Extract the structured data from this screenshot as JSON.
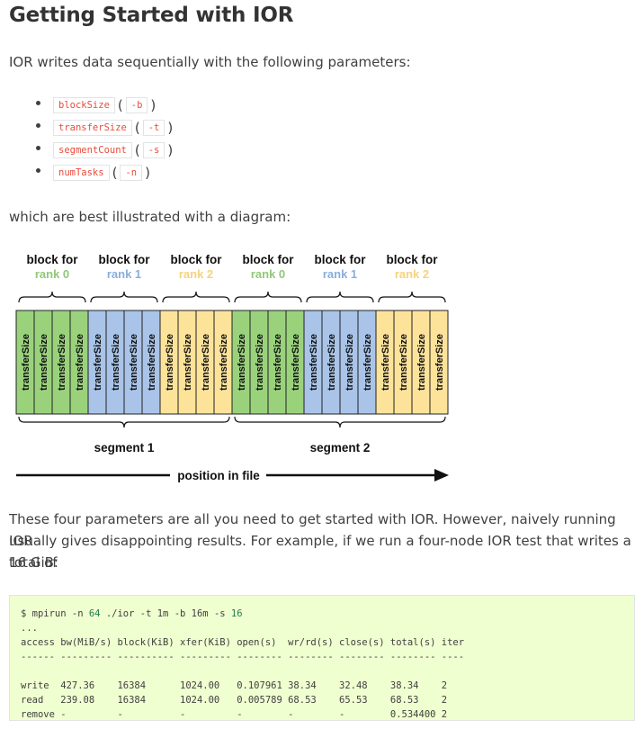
{
  "title": "Getting Started with IOR",
  "intro": "IOR writes data sequentially with the following parameters:",
  "params": [
    {
      "name": "blockSize",
      "flag": "-b"
    },
    {
      "name": "transferSize",
      "flag": "-t"
    },
    {
      "name": "segmentCount",
      "flag": "-s"
    },
    {
      "name": "numTasks",
      "flag": "-n"
    }
  ],
  "diagram_intro": "which are best illustrated with a diagram:",
  "diagram": {
    "block_prefix": "block for",
    "blocks": [
      {
        "rank": "rank 0",
        "color": "#90c878",
        "fill": "#9ad27c"
      },
      {
        "rank": "rank 1",
        "color": "#8aaedc",
        "fill": "#a9c4e8"
      },
      {
        "rank": "rank 2",
        "color": "#f5d37e",
        "fill": "#fde39a"
      },
      {
        "rank": "rank 0",
        "color": "#90c878",
        "fill": "#9ad27c"
      },
      {
        "rank": "rank 1",
        "color": "#8aaedc",
        "fill": "#a9c4e8"
      },
      {
        "rank": "rank 2",
        "color": "#f5d37e",
        "fill": "#fde39a"
      }
    ],
    "transfer_label": "transferSize",
    "segments": [
      "segment 1",
      "segment 2"
    ],
    "axis_label": "position in file"
  },
  "after_para_lines": [
    "These four parameters are all you need to get started with IOR. However, naively running IOR",
    "usually gives disappointing results. For example, if we run a four-node IOR test that writes a total of",
    "16 GiB:"
  ],
  "code": {
    "command_prefix": "$ mpirun -n ",
    "command_n": "64",
    "command_mid": " ./ior -t 1m -b 16m -s ",
    "command_s": "16",
    "ellipsis": "...",
    "header": "access bw(MiB/s) block(KiB) xfer(KiB) open(s)  wr/rd(s) close(s) total(s) iter",
    "rule": "------ --------- ---------- --------- -------- -------- -------- -------- ----",
    "rows": [
      "write  427.36    16384      1024.00   0.107961 38.34    32.48    38.34    2",
      "read   239.08    16384      1024.00   0.005789 68.53    65.53    68.53    2",
      "remove -         -          -         -        -        -        0.534400 2"
    ]
  }
}
